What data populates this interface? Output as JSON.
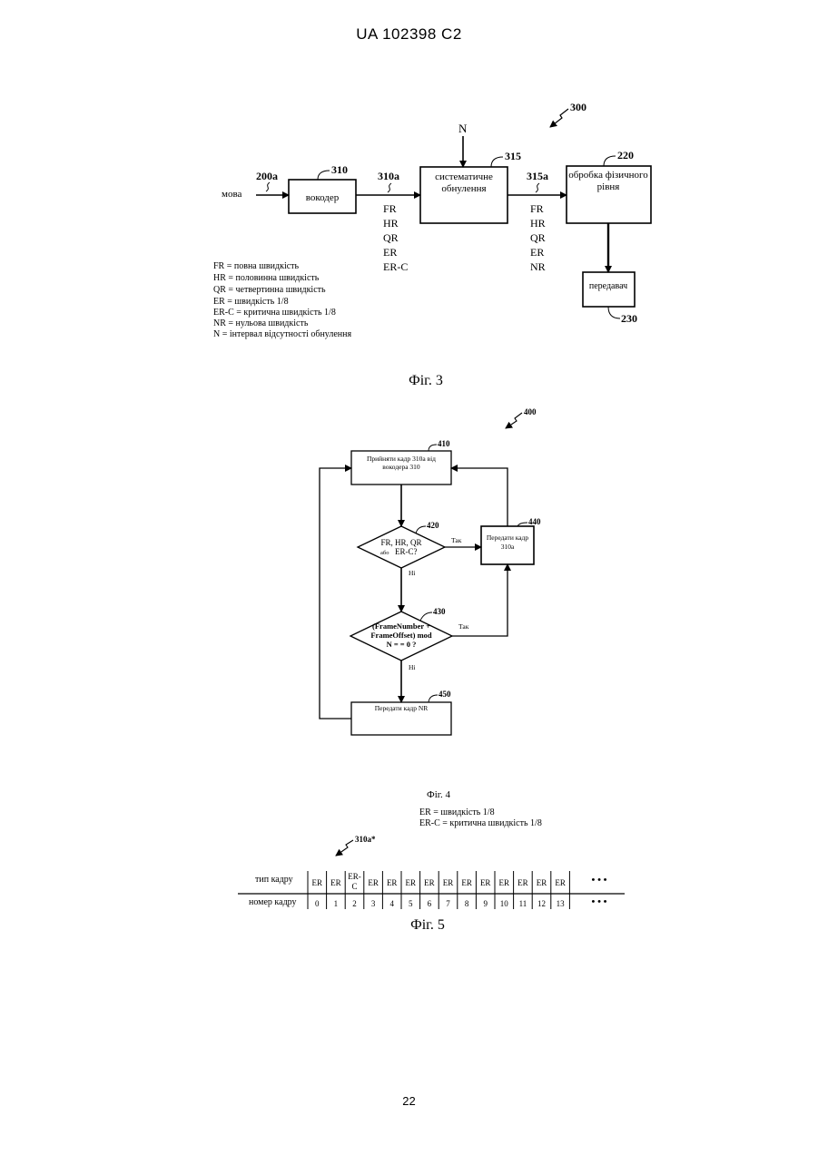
{
  "header": {
    "patent": "UA   102398   C2"
  },
  "page_number": "22",
  "fig3": {
    "ref_fig": "300",
    "input_label": "мова",
    "ref_input": "200a",
    "vocoder": {
      "ref": "310",
      "label": "вокодер"
    },
    "ref_vocoder_out": "310a",
    "rates_in": [
      "FR",
      "HR",
      "QR",
      "ER",
      "ER-C"
    ],
    "n_label": "N",
    "zeroing": {
      "ref": "315",
      "line1": "систематичне",
      "line2": "обнулення"
    },
    "ref_zeroing_out": "315a",
    "rates_out": [
      "FR",
      "HR",
      "QR",
      "ER",
      "NR"
    ],
    "phy": {
      "ref": "220",
      "line1": "обробка фізичного",
      "line2": "рівня"
    },
    "transmitter": {
      "ref": "230",
      "label": "передавач"
    },
    "legend": [
      "FR = повна швидкість",
      "HR = половинна швидкість",
      "QR = четвертинна швидкість",
      "ER = швидкість 1/8",
      "ER-C = критична швидкість 1/8",
      "NR = нульова швидкість",
      "N = інтервал відсутності обнулення"
    ],
    "caption": "Фіг. 3"
  },
  "fig4": {
    "ref_fig": "400",
    "step410": {
      "ref": "410",
      "line1": "Прийняти кадр 310а від",
      "line2": "вокодера 310"
    },
    "step420": {
      "ref": "420",
      "line1": "FR, HR, QR",
      "line2_small": "або",
      "line2": "ER-C?"
    },
    "step430": {
      "ref": "430",
      "line1": "(FrameNumber +",
      "line2": "FrameOffset) mod",
      "line3": "N = = 0 ?"
    },
    "step440": {
      "ref": "440",
      "line1": "Передати кадр",
      "line2": "310a"
    },
    "step450": {
      "ref": "450",
      "label": "Передати кадр NR"
    },
    "yes": "Так",
    "no": "Ні",
    "caption": "Фіг. 4"
  },
  "fig5": {
    "legend": [
      "ER = швидкість 1/8",
      "ER-C = критична швидкість 1/8"
    ],
    "ref": "310a*",
    "row_type_label": "тип кадру",
    "row_num_label": "номер кадру",
    "frame_types": [
      "ER",
      "ER",
      "ER-C",
      "ER",
      "ER",
      "ER",
      "ER",
      "ER",
      "ER",
      "ER",
      "ER",
      "ER",
      "ER",
      "ER"
    ],
    "frame_numbers": [
      "0",
      "1",
      "2",
      "3",
      "4",
      "5",
      "6",
      "7",
      "8",
      "9",
      "10",
      "11",
      "12",
      "13"
    ],
    "ellipsis": "• • •",
    "caption": "Фіг. 5"
  }
}
